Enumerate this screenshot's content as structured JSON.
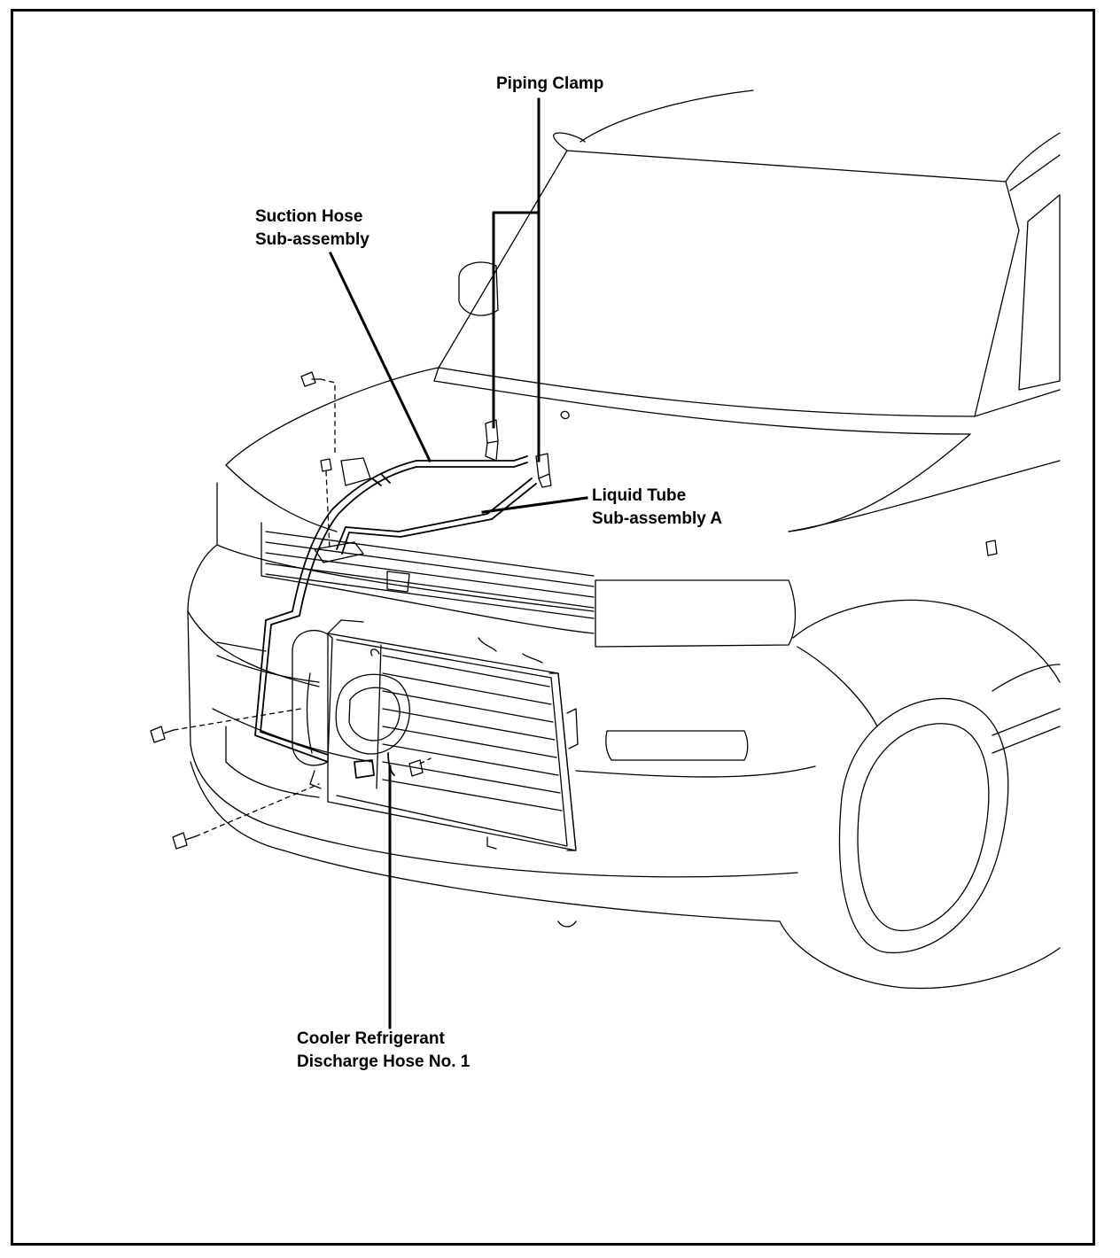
{
  "labels": {
    "piping_clamp": "Piping Clamp",
    "suction_hose": {
      "line1": "Suction Hose",
      "line2": "Sub-assembly"
    },
    "liquid_tube": {
      "line1": "Liquid Tube",
      "line2": "Sub-assembly A"
    },
    "discharge_hose": {
      "line1": "Cooler Refrigerant",
      "line2": "Discharge Hose No. 1"
    }
  },
  "colors": {
    "line": "#000000",
    "background": "#ffffff"
  }
}
